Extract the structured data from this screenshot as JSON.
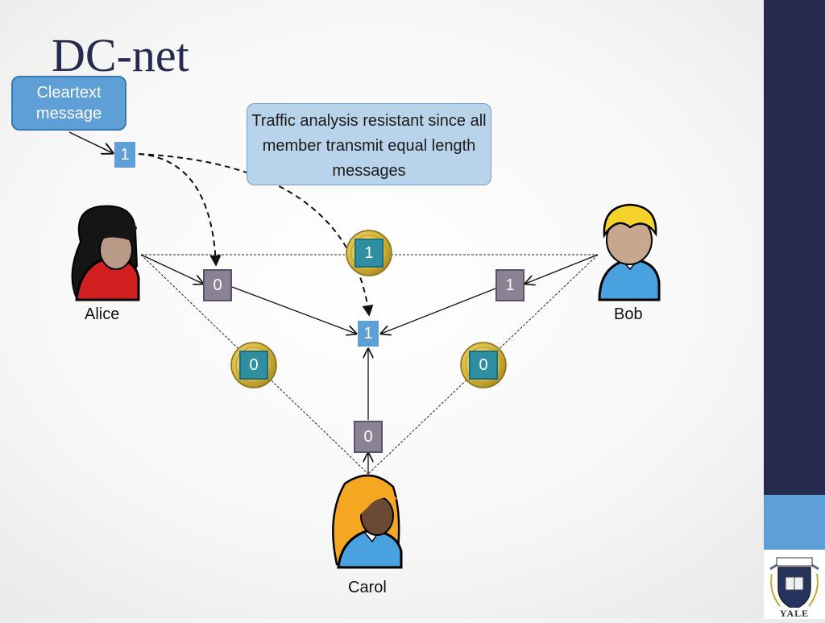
{
  "slide": {
    "title": "DC-net"
  },
  "callouts": {
    "cleartext": "Cleartext message",
    "traffic": "Traffic analysis resistant since all member transmit equal length messages"
  },
  "participants": {
    "alice": "Alice",
    "bob": "Bob",
    "carol": "Carol"
  },
  "bits": {
    "cleartext": "1",
    "alice_sent": "0",
    "bob_sent": "1",
    "carol_sent": "0",
    "result": "1",
    "coin_alice_bob": "1",
    "coin_alice_carol": "0",
    "coin_bob_carol": "0"
  },
  "colors": {
    "sidebar_dark": "#262a4e",
    "sidebar_light": "#5d9fd6",
    "bit_blue": "#5d9fd6",
    "bit_purple": "#8c8296",
    "coin_gold": "#d4b430",
    "coin_bit": "#2d8fa0"
  },
  "icons": {
    "alice": "person-dark-hair-red-shirt-icon",
    "bob": "person-blonde-blue-shirt-icon",
    "carol": "person-orange-hair-blue-shirt-icon",
    "coin": "gold-coin-icon",
    "logo": "yale-seal-logo"
  },
  "logo_text": "YALE"
}
